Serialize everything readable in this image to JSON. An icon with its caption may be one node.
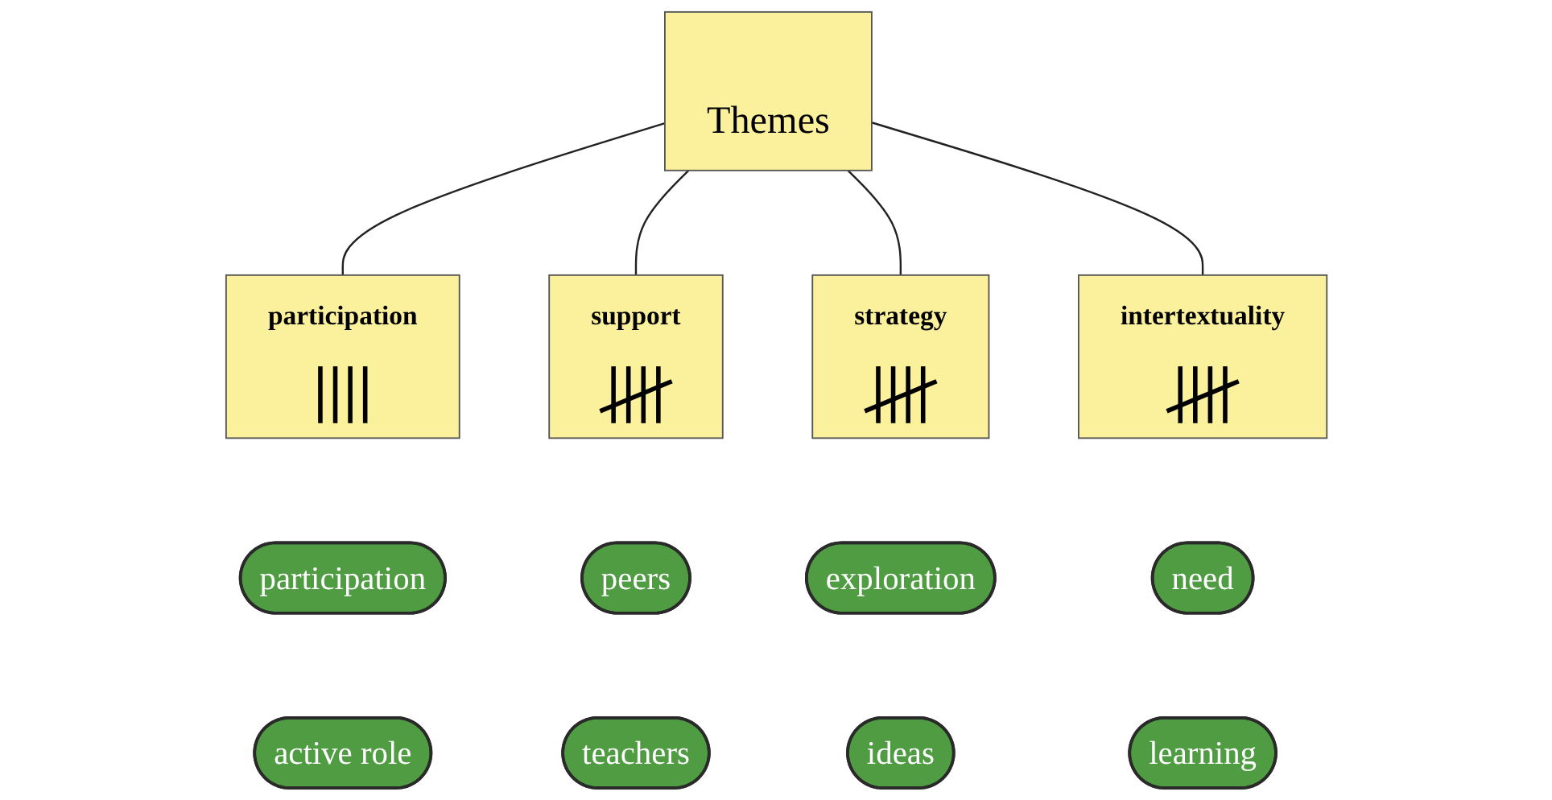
{
  "diagram": {
    "nodes": [
      {
        "text": [
          "Themes"
        ]
      },
      {
        "text": [
          "participation"
        ]
      },
      {
        "text": [
          "support"
        ]
      },
      {
        "text": [
          "strategy"
        ]
      },
      {
        "text": [
          "intertextuality"
        ]
      },
      {
        "text": [
          "participation"
        ]
      },
      {
        "text": [
          "peers"
        ]
      },
      {
        "text": [
          "exploration"
        ]
      },
      {
        "text": [
          "need"
        ]
      },
      {
        "text": [
          "active role"
        ]
      },
      {
        "text": [
          "teachers"
        ]
      },
      {
        "text": [
          "ideas"
        ]
      },
      {
        "text": [
          "learning"
        ]
      }
    ],
    "edges": [
      {
        "from": 0,
        "to": 1,
        "arrow": "none"
      },
      {
        "from": 0,
        "to": 2,
        "arrow": "none"
      },
      {
        "from": 0,
        "to": 3,
        "arrow": "none"
      },
      {
        "from": 0,
        "to": 4,
        "arrow": "none"
      }
    ]
  }
}
